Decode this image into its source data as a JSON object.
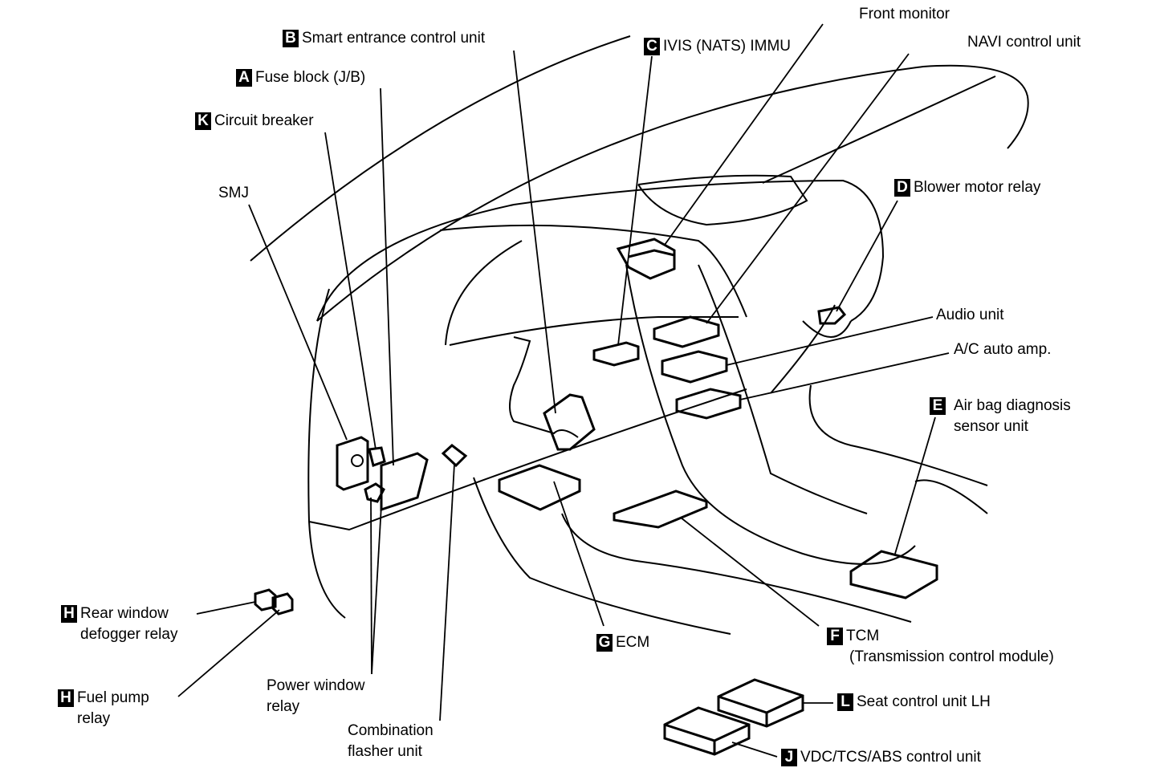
{
  "title": "Control unit location diagram",
  "labels": [
    {
      "id": "smart-entrance",
      "badge": "B",
      "lines": [
        "Smart entrance control unit"
      ]
    },
    {
      "id": "fuse-block",
      "badge": "A",
      "lines": [
        "Fuse block (J/B)"
      ]
    },
    {
      "id": "circuit-breaker",
      "badge": "K",
      "lines": [
        "Circuit breaker"
      ]
    },
    {
      "id": "smj",
      "badge": "",
      "lines": [
        "SMJ"
      ]
    },
    {
      "id": "ivis",
      "badge": "C",
      "lines": [
        "IVIS (NATS) IMMU"
      ]
    },
    {
      "id": "front-monitor",
      "badge": "",
      "lines": [
        "Front monitor"
      ]
    },
    {
      "id": "navi",
      "badge": "",
      "lines": [
        "NAVI control unit"
      ]
    },
    {
      "id": "blower",
      "badge": "D",
      "lines": [
        "Blower motor relay"
      ]
    },
    {
      "id": "audio",
      "badge": "",
      "lines": [
        "Audio unit"
      ]
    },
    {
      "id": "ac-amp",
      "badge": "",
      "lines": [
        "A/C auto amp."
      ]
    },
    {
      "id": "airbag",
      "badge": "E",
      "lines": [
        "Air bag diagnosis",
        "sensor unit"
      ]
    },
    {
      "id": "rear-defogger",
      "badge": "H",
      "lines": [
        "Rear window",
        "defogger relay"
      ]
    },
    {
      "id": "fuel-pump",
      "badge": "H",
      "lines": [
        "Fuel pump",
        "relay"
      ]
    },
    {
      "id": "power-window",
      "badge": "",
      "lines": [
        "Power window",
        "relay"
      ]
    },
    {
      "id": "flasher",
      "badge": "",
      "lines": [
        "Combination",
        "flasher unit"
      ]
    },
    {
      "id": "ecm",
      "badge": "G",
      "lines": [
        "ECM"
      ]
    },
    {
      "id": "tcm",
      "badge": "F",
      "lines": [
        "TCM",
        "(Transmission control module)"
      ]
    },
    {
      "id": "seat-control",
      "badge": "L",
      "lines": [
        "Seat control unit LH"
      ]
    },
    {
      "id": "vdc",
      "badge": "J",
      "lines": [
        "VDC/TCS/ABS control  unit"
      ]
    }
  ]
}
